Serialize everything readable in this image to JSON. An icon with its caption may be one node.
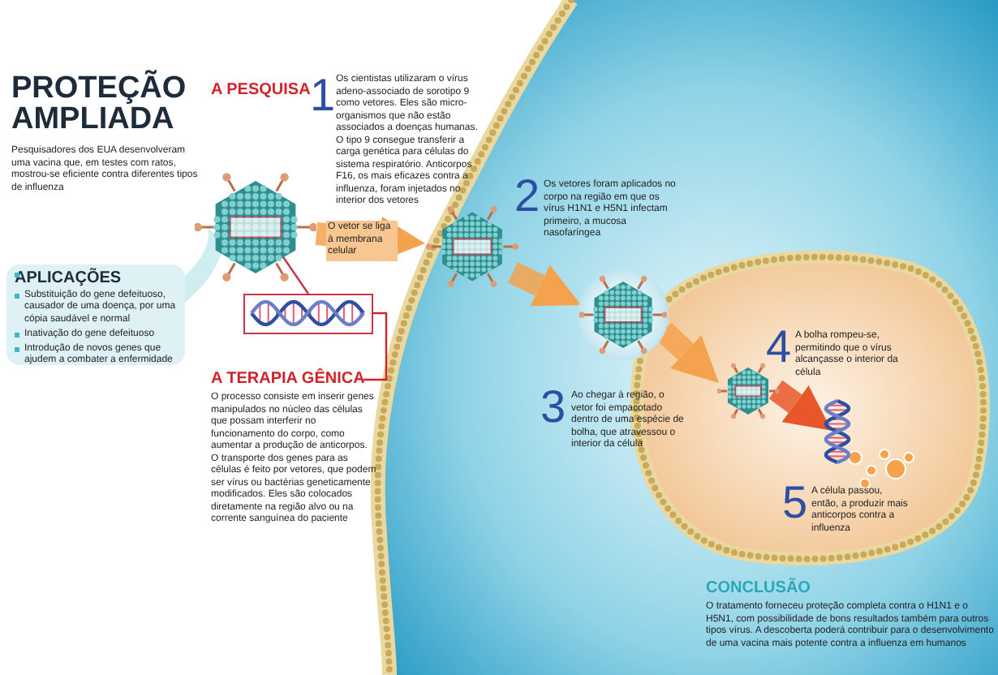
{
  "diagram": {
    "title": "PROTEÇÃO AMPLIADA",
    "nodes": [
      {
        "text": [],
        "shape": "picture"
      },
      {
        "text": [],
        "shape": "picture"
      },
      {
        "text": [],
        "shape": "picture"
      },
      {
        "text": [],
        "shape": "circle"
      },
      {
        "text": [],
        "shape": "picture"
      },
      {
        "text": [],
        "shape": "picture"
      },
      {
        "text": [
          "A TERAPIA GÊNICA",
          "O processo consiste em inserir genes manipulados no núcleo das células que possam interferir no funcionamento do corpo, como aumentar a produção de anticorpos. O transporte dos genes para as células é feito por vetores, que podem ser vírus ou bactérias geneticamente modificados. Eles são colocados diretamente na região alvo ou na corrente sanguínea do paciente"
        ]
      },
      {
        "text": [
          "APLICAÇÕES",
          "Substituição do gene defeituoso, causador de uma doença, por uma cópia saudável e normal",
          "Inativação do gene defeituoso",
          "Introdução de novos genes que ajudem a combater a enfermidade"
        ]
      }
    ],
    "edges": [
      {
        "from": 0,
        "to": 2,
        "arrow": "to",
        "label": "O vetor se liga à membrana celular"
      },
      {
        "from": 2,
        "to": 3,
        "arrow": "to"
      },
      {
        "from": 3,
        "to": 4,
        "arrow": "to"
      },
      {
        "from": 4,
        "to": 5,
        "arrow": "to",
        "color": "#e8572a"
      },
      {
        "from": 0,
        "to": 1,
        "arrow": "none",
        "color": "#c8344a"
      },
      {
        "from": 6,
        "to": 1,
        "arrow": "none",
        "color": "#d2232a"
      }
    ],
    "labels": [
      "Pesquisadores dos EUA desenvolveram uma vacina que, em testes com ratos, mostrou-se eficiente contra diferentes tipos de influenza",
      "A PESQUISA",
      "1",
      "Os cientistas utilizaram o vírus adeno-associado de sorotipo 9 como vetores. Eles são micro-organismos que não estão associados a doenças humanas. O tipo 9 consegue transferir a carga genética para células do sistema respiratório. Anticorpos F16, os mais eficazes contra a influenza, foram injetados no interior dos vetores",
      "2",
      "Os vetores foram aplicados no corpo na região em que os vírus H1N1 e H5N1 infectam primeiro, a mucosa nasofaríngea",
      "3",
      "Ao chegar à região, o vetor foi empacotado dentro de uma espécie de bolha, que atravessou o interior da célula",
      "4",
      "A bolha rompeu-se, permitindo que o vírus alcançasse o interior da célula",
      "5",
      "A célula passou, então, a produzir mais anticorpos contra a influenza",
      "CONCLUSÃO",
      "O tratamento forneceu proteção completa contra o H1N1 e o H5N1, com possibilidade de bons resultados também para outros tipos vírus. A descoberta poderá contribuir para o desenvolvimento de uma vacina mais potente contra a influenza em humanos"
    ]
  }
}
